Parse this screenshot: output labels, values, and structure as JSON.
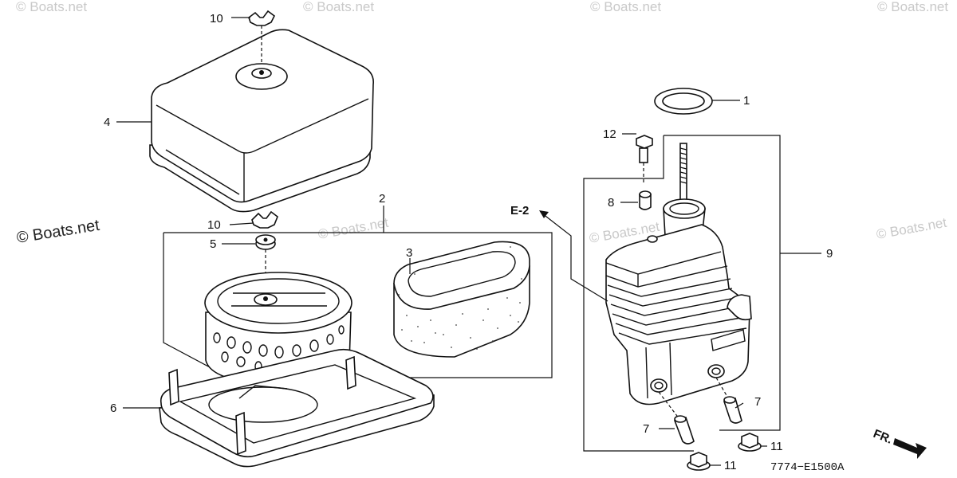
{
  "watermarks": {
    "brand_main": "© Boats.net",
    "brand_faint": "© Boats.net"
  },
  "diagram_code": "7774−E1500A",
  "fr_label": "FR.",
  "ref_label": "E-2",
  "callouts": {
    "c1": "1",
    "c2": "2",
    "c3": "3",
    "c4": "4",
    "c5": "5",
    "c6": "6",
    "c7a": "7",
    "c7b": "7",
    "c8": "8",
    "c9": "9",
    "c10a": "10",
    "c10b": "10",
    "c11a": "11",
    "c11b": "11",
    "c12": "12"
  },
  "colors": {
    "line": "#111111",
    "watermark": "#c9c9c9",
    "background": "#ffffff"
  }
}
